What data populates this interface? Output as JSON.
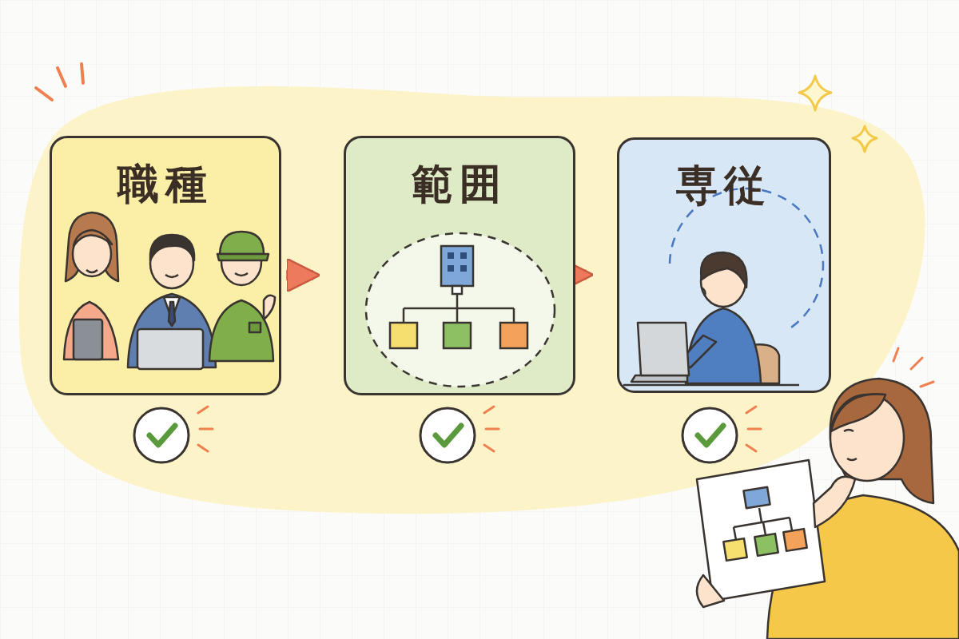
{
  "diagram": {
    "nodes": [
      {
        "text": [
          "職種"
        ]
      },
      {
        "text": [
          "範囲"
        ]
      },
      {
        "text": [
          "専従"
        ]
      }
    ],
    "edges": [
      {
        "from": 0,
        "to": 1,
        "arrow": "to"
      },
      {
        "from": 1,
        "to": 2,
        "arrow": "to"
      }
    ]
  }
}
